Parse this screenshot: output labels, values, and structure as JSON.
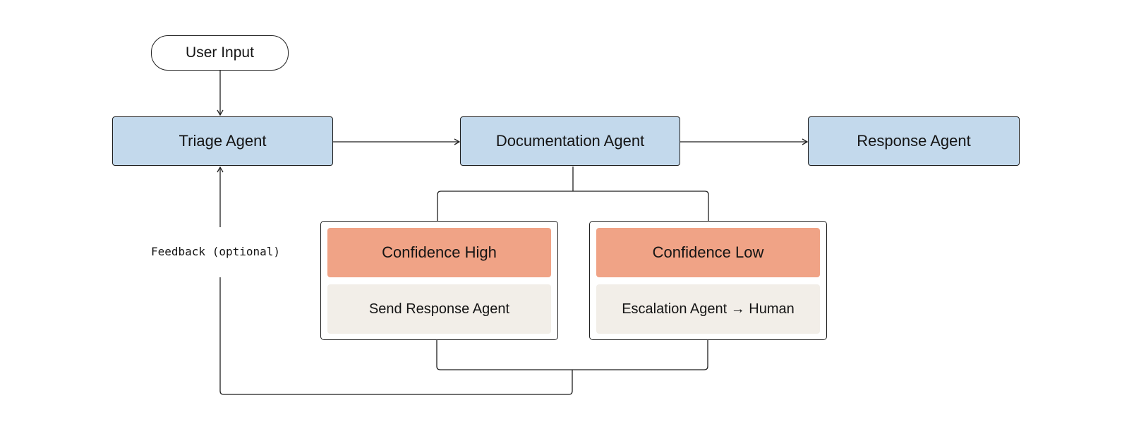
{
  "nodes": {
    "user_input": "User Input",
    "triage": "Triage Agent",
    "documentation": "Documentation Agent",
    "response": "Response Agent"
  },
  "branches": {
    "high": {
      "condition": "Confidence High",
      "action": "Send Response Agent"
    },
    "low": {
      "condition": "Confidence Low",
      "action": "Escalation Agent → Human"
    }
  },
  "feedback_label": "Feedback (optional)",
  "colors": {
    "agent_fill": "#c3d9ec",
    "condition_fill": "#f0a386",
    "action_fill": "#f2eee8",
    "stroke": "#1f1f1f"
  }
}
